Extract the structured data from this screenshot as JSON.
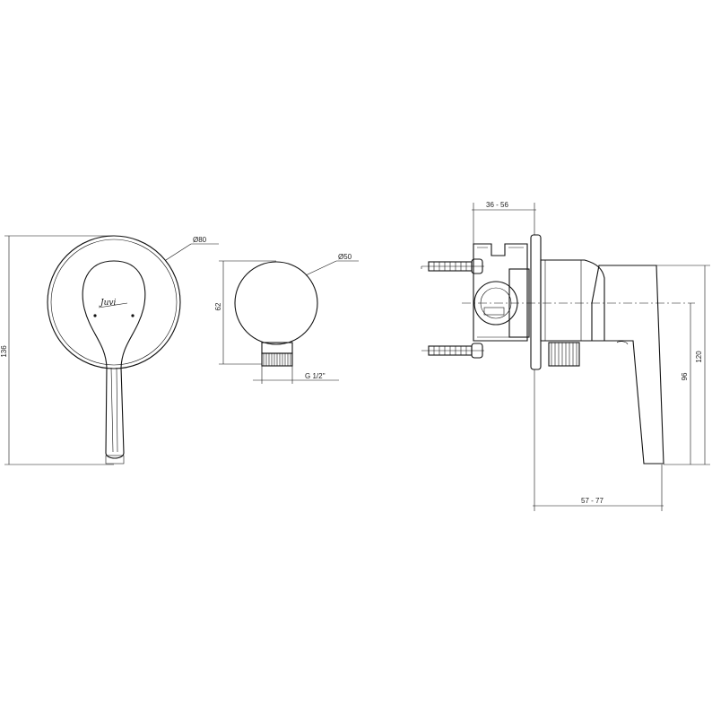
{
  "dimensions": {
    "plate_diameter": "Ø80",
    "outlet_diameter": "Ø50",
    "overall_height": "136",
    "outlet_height": "62",
    "thread": "G 1/2''",
    "body_depth": "36 - 56",
    "lever_height_outer": "120",
    "lever_height_inner": "96",
    "projection": "57 - 77"
  },
  "brand_mark": "Juvi"
}
